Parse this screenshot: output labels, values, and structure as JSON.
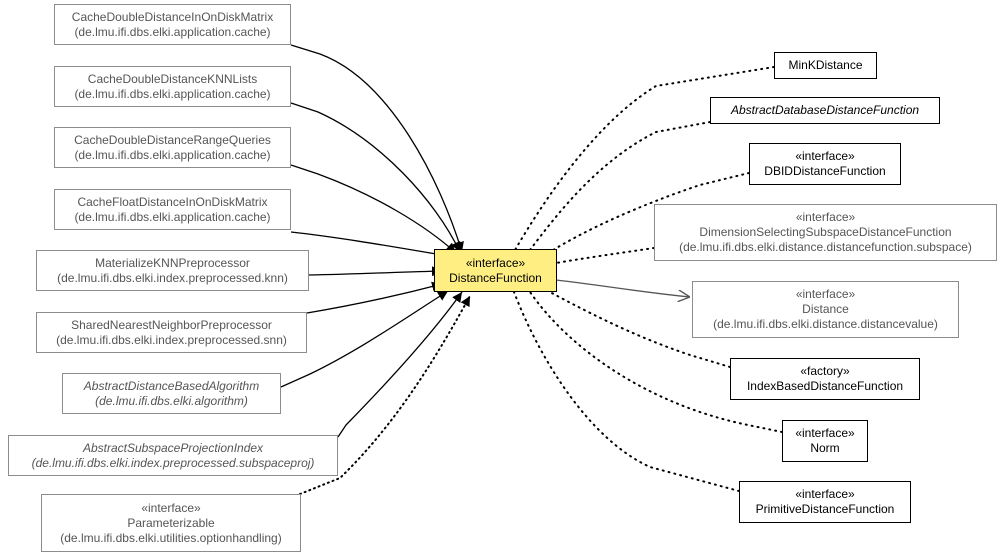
{
  "center": {
    "stereotype": "«interface»",
    "name": "DistanceFunction"
  },
  "left": [
    {
      "name": "CacheDoubleDistanceInOnDiskMatrix",
      "pkg": "(de.lmu.ifi.dbs.elki.application.cache)"
    },
    {
      "name": "CacheDoubleDistanceKNNLists",
      "pkg": "(de.lmu.ifi.dbs.elki.application.cache)"
    },
    {
      "name": "CacheDoubleDistanceRangeQueries",
      "pkg": "(de.lmu.ifi.dbs.elki.application.cache)"
    },
    {
      "name": "CacheFloatDistanceInOnDiskMatrix",
      "pkg": "(de.lmu.ifi.dbs.elki.application.cache)"
    },
    {
      "name": "MaterializeKNNPreprocessor",
      "pkg": "(de.lmu.ifi.dbs.elki.index.preprocessed.knn)"
    },
    {
      "name": "SharedNearestNeighborPreprocessor",
      "pkg": "(de.lmu.ifi.dbs.elki.index.preprocessed.snn)"
    },
    {
      "name": "AbstractDistanceBasedAlgorithm",
      "pkg": "(de.lmu.ifi.dbs.elki.algorithm)"
    },
    {
      "name": "AbstractSubspaceProjectionIndex",
      "pkg": "(de.lmu.ifi.dbs.elki.index.preprocessed.subspaceproj)"
    },
    {
      "stereotype": "«interface»",
      "name": "Parameterizable",
      "pkg": "(de.lmu.ifi.dbs.elki.utilities.optionhandling)"
    }
  ],
  "right": [
    {
      "name": "MinKDistance"
    },
    {
      "name": "AbstractDatabaseDistanceFunction"
    },
    {
      "stereotype": "«interface»",
      "name": "DBIDDistanceFunction"
    },
    {
      "stereotype": "«interface»",
      "name": "DimensionSelectingSubspaceDistanceFunction",
      "pkg": "(de.lmu.ifi.dbs.elki.distance.distancefunction.subspace)"
    },
    {
      "stereotype": "«interface»",
      "name": "Distance",
      "pkg": "(de.lmu.ifi.dbs.elki.distance.distancevalue)"
    },
    {
      "stereotype": "«factory»",
      "name": "IndexBasedDistanceFunction"
    },
    {
      "stereotype": "«interface»",
      "name": "Norm"
    },
    {
      "stereotype": "«interface»",
      "name": "PrimitiveDistanceFunction"
    }
  ]
}
